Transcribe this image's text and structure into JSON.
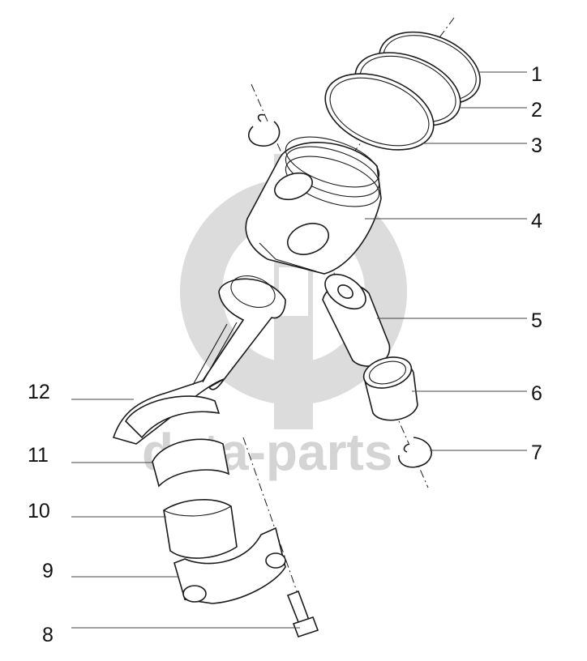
{
  "watermark": {
    "text": "data-parts",
    "color": "#d4d4d4"
  },
  "callouts": [
    {
      "id": "1",
      "label": "1"
    },
    {
      "id": "2",
      "label": "2"
    },
    {
      "id": "3",
      "label": "3"
    },
    {
      "id": "4",
      "label": "4"
    },
    {
      "id": "5",
      "label": "5"
    },
    {
      "id": "6",
      "label": "6"
    },
    {
      "id": "7",
      "label": "7"
    },
    {
      "id": "8",
      "label": "8"
    },
    {
      "id": "9",
      "label": "9"
    },
    {
      "id": "10",
      "label": "10"
    },
    {
      "id": "11",
      "label": "11"
    },
    {
      "id": "12",
      "label": "12"
    }
  ],
  "colors": {
    "line": "#1a1a1a",
    "leader": "#444444",
    "background": "#ffffff"
  }
}
